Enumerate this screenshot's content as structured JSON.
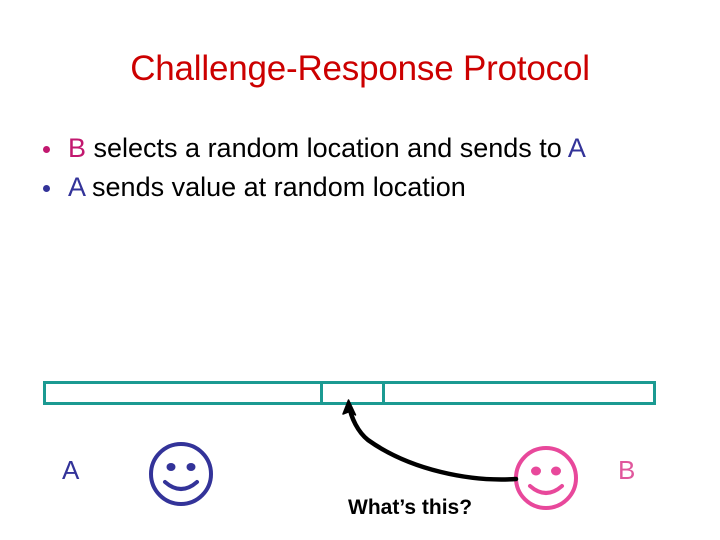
{
  "slide": {
    "title": "Challenge-Response Protocol",
    "bullets": [
      {
        "marker": "bullet-dot",
        "marker_color": "#C2186F",
        "actor": "B",
        "actor_color": "#C2186F",
        "text": " selects a random location and sends to ",
        "wrap_actor": "A",
        "wrap_actor_color": "#333399",
        "full_text": "B selects a random location and sends to A"
      },
      {
        "marker": "bullet-dot",
        "marker_color": "#333399",
        "actor": "A",
        "actor_color": "#333399",
        "text": "  sends value at random location",
        "full_text": "A  sends value at random location"
      }
    ],
    "diagram": {
      "memory_bar": {
        "label": "memory-array",
        "border_color": "#1B9A92",
        "fill_color": "#FFFFFF",
        "cells": 3,
        "highlighted_cell_index": 1
      },
      "actor_left": {
        "label": "A",
        "color": "#333399",
        "face": "smiley-face"
      },
      "actor_right": {
        "label": "B",
        "color": "#E0579C",
        "face": "smiley-face"
      },
      "annotation": {
        "caption": "What’s this?",
        "caption_color": "#000000",
        "arrow": "curved-arrow",
        "arrow_color": "#000000",
        "arrow_from": "actor_right",
        "arrow_to": "highlighted_cell"
      }
    },
    "colors": {
      "title": "#CC0000",
      "actor_a": "#333399",
      "actor_b": "#C2186F",
      "actor_b_light": "#E0579C",
      "memory_bar": "#1B9A92",
      "body_text": "#000000",
      "background": "#FFFFFF"
    }
  }
}
